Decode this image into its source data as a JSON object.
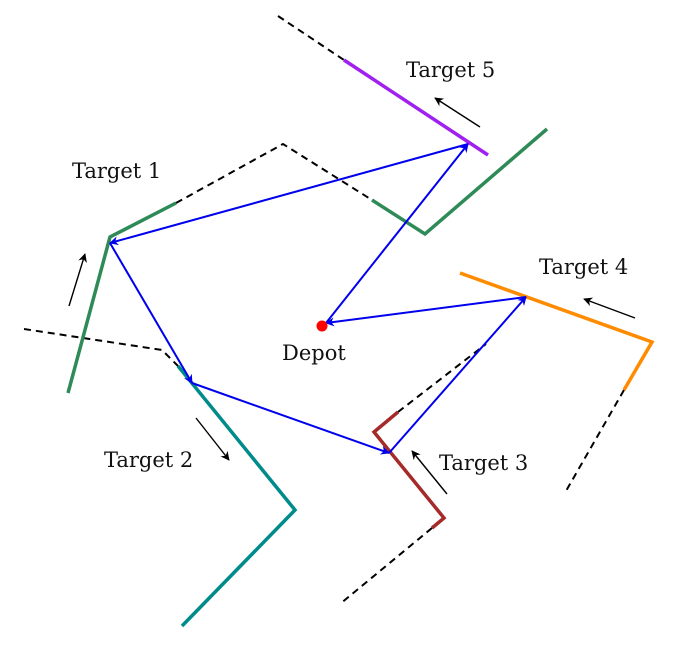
{
  "labels": {
    "target1": "Target 1",
    "target2": "Target 2",
    "target3": "Target 3",
    "target4": "Target 4",
    "target5": "Target 5",
    "depot": "Depot"
  },
  "colors": {
    "target1": "#2e8b57",
    "target2": "#008b8b",
    "target3": "#a52a2a",
    "target4": "#ff8c00",
    "target5": "#a020f0",
    "route": "#0000ee",
    "depot": "#ff0000",
    "dashed": "#000000",
    "annotation": "#000000"
  }
}
